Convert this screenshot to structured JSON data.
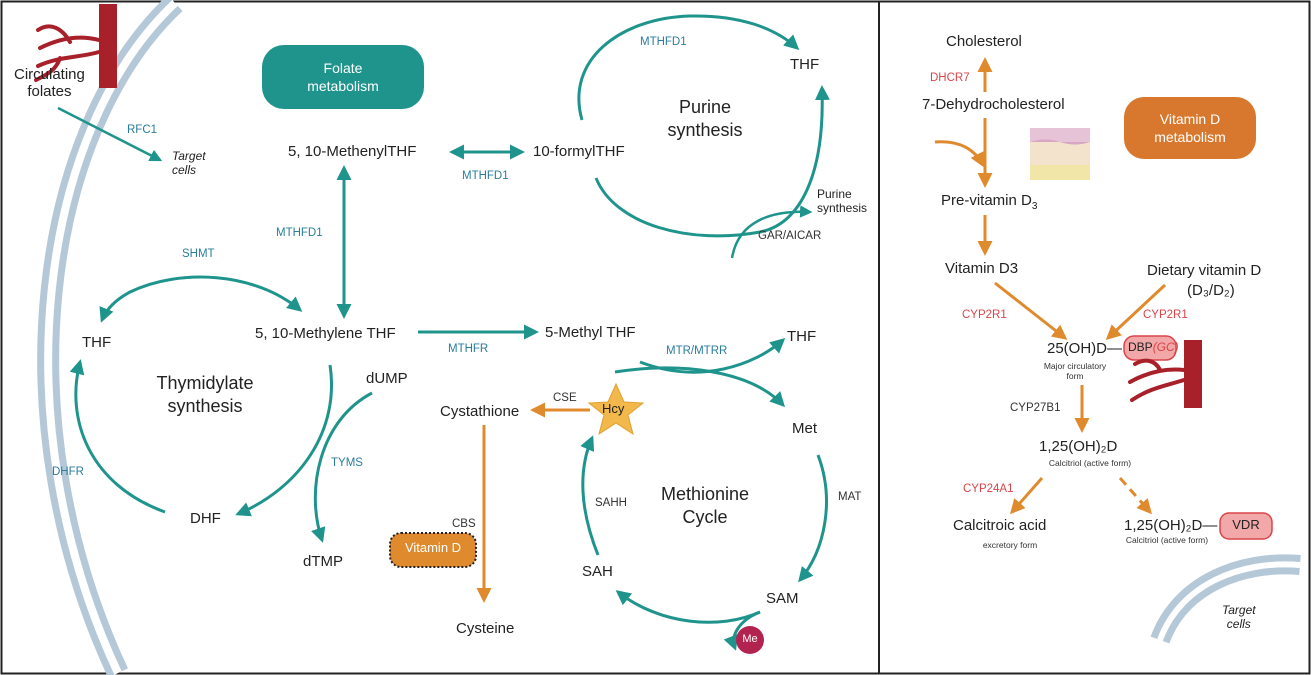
{
  "left": {
    "circulating_folates": "Circulating\nfolates",
    "rfc1": "RFC1",
    "target_cells": "Target\ncells",
    "folate_metabolism": "Folate\nmetabolism",
    "methenyl_thf": "5, 10-MethenylTHF",
    "formyl_thf": "10-formylTHF",
    "mthfd1_top": "MTHFD1",
    "mthfd1_mid": "MTHFD1",
    "mthfd1_left": "MTHFD1",
    "thf_top": "THF",
    "purine_synthesis_title": "Purine\nsynthesis",
    "purine_synthesis_small": "Purine\nsynthesis",
    "gar_aicar": "GAR/AICAR",
    "shmt": "SHMT",
    "thf_left": "THF",
    "methylene_thf": "5, 10-Methylene THF",
    "mthfr": "MTHFR",
    "methyl_thf": "5-Methyl THF",
    "mtr_mtrr": "MTR/MTRR",
    "thf_right": "THF",
    "thymidylate_synthesis": "Thymidylate\nsynthesis",
    "dump": "dUMP",
    "tyms": "TYMS",
    "dhfr": "DHFR",
    "dhf": "DHF",
    "dtmp": "dTMP",
    "vitamin_d_box": "Vitamin D",
    "cystathione": "Cystathione",
    "cse": "CSE",
    "hcy": "Hcy",
    "met": "Met",
    "mat": "MAT",
    "cbs": "CBS",
    "cysteine": "Cysteine",
    "sahh": "SAHH",
    "methionine_cycle": "Methionine\nCycle",
    "sah": "SAH",
    "sam": "SAM",
    "me": "Me"
  },
  "right": {
    "cholesterol": "Cholesterol",
    "dhcr7": "DHCR7",
    "dehydrocholesterol": "7-Dehydrocholesterol",
    "vitamin_d_metabolism": "Vitamin D\nmetabolism",
    "pre_vitamin_d3": "Pre-vitamin D",
    "pre_vitamin_d3_sub": "3",
    "vitamin_d3": "Vitamin D3",
    "dietary_vitamin_d": "Dietary vitamin D",
    "dietary_forms": "(D₃/D₂)",
    "cyp2r1_left": "CYP2R1",
    "cyp2r1_right": "CYP2R1",
    "ohd": "25(OH)D—",
    "dbp": "DBP",
    "gc": "(GC)",
    "major_circ": "Major circulatory\nform",
    "cyp27b1": "CYP27B1",
    "calcitriol_main": "1,25(OH)₂D",
    "calcitriol_main_caption": "Calcitriol (active form)",
    "cyp24a1": "CYP24A1",
    "calcitroic_acid": "Calcitroic acid",
    "excretory_form": "excretory form",
    "calcitriol_vdr": "1,25(OH)₂D—",
    "calcitriol_vdr_caption": "Calcitriol (active form)",
    "vdr": "VDR",
    "target_cells": "Target\ncells"
  },
  "colors": {
    "teal": "#1f948c",
    "orange": "#e08a2e",
    "vitd_pill": "#d8782e",
    "folate_pill": "#1f948c",
    "enzyme_blue": "#2a7d9c",
    "enzyme_red": "#d9454a",
    "membrane": "#b5c8d8",
    "vessel": "#a8202a",
    "hcy_star": "#f2b84b",
    "me_circle": "#b3234f",
    "vdr_pill": "#f2a7a8"
  }
}
